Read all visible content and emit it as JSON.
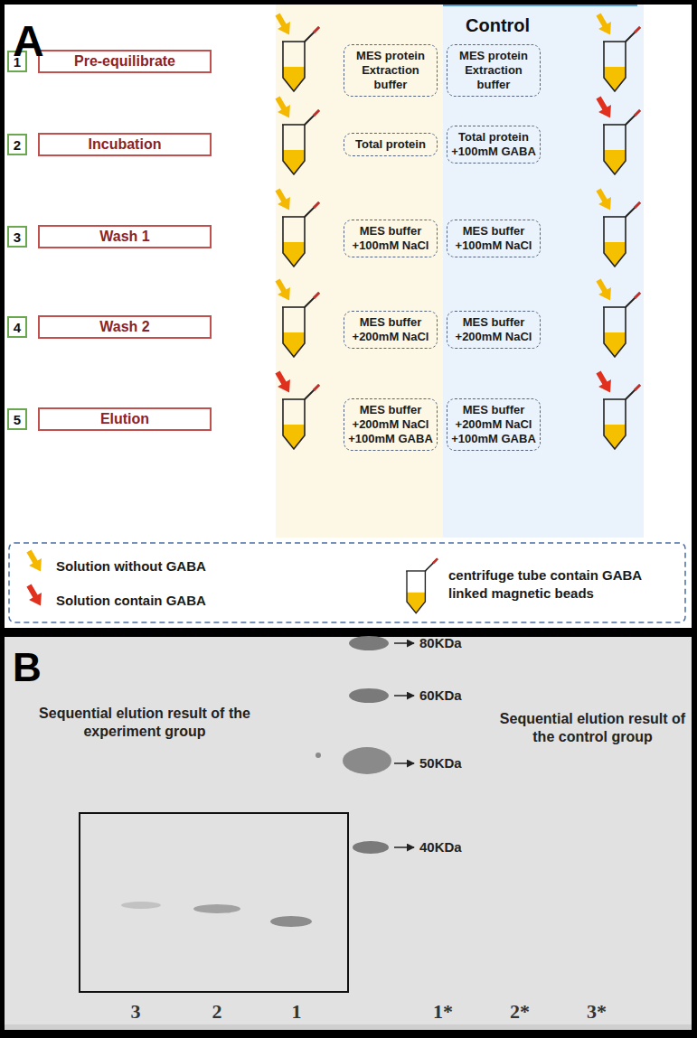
{
  "diagram": {
    "nodes": [
      {
        "text": [
          "Control"
        ]
      },
      {
        "text": [
          "1"
        ]
      },
      {
        "text": [
          "Pre-equilibrate"
        ]
      },
      {
        "text": [
          "MES protein Extraction buffer"
        ]
      },
      {
        "text": [
          "MES protein Extraction buffer"
        ],
        "in": 0
      },
      {
        "text": [
          "2"
        ]
      },
      {
        "text": [
          "Incubation"
        ]
      },
      {
        "text": [
          "Total protein"
        ]
      },
      {
        "text": [
          "Total protein +100mM GABA"
        ],
        "in": 0
      },
      {
        "text": [
          "3"
        ]
      },
      {
        "text": [
          "Wash 1"
        ]
      },
      {
        "text": [
          "MES buffer +100mM NaCl"
        ]
      },
      {
        "text": [
          "MES buffer +100mM NaCl"
        ],
        "in": 0
      },
      {
        "text": [
          "4"
        ]
      },
      {
        "text": [
          "Wash 2"
        ]
      },
      {
        "text": [
          "MES buffer +200mM NaCl"
        ]
      },
      {
        "text": [
          "MES buffer +200mM NaCl"
        ],
        "in": 0
      },
      {
        "text": [
          "5"
        ]
      },
      {
        "text": [
          "Elution"
        ]
      },
      {
        "text": [
          "MES buffer +200mM NaCl +100mM GABA"
        ]
      },
      {
        "text": [
          "MES buffer +200mM NaCl +100mM GABA"
        ],
        "in": 0
      }
    ],
    "edges": [],
    "labels": [
      "A",
      "B",
      "80KDa",
      "60KDa",
      "50KDa",
      "40KDa",
      "Sequential elution result of the experiment group",
      "Sequential elution result of the control group",
      "3",
      "2",
      "1",
      "1*",
      "2*",
      "3*"
    ],
    "legend": [
      {
        "text": "Solution without GABA"
      },
      {
        "text": "Solution contain GABA"
      },
      {
        "text": "centrifuge tube contain GABA linked magnetic beads"
      }
    ]
  }
}
